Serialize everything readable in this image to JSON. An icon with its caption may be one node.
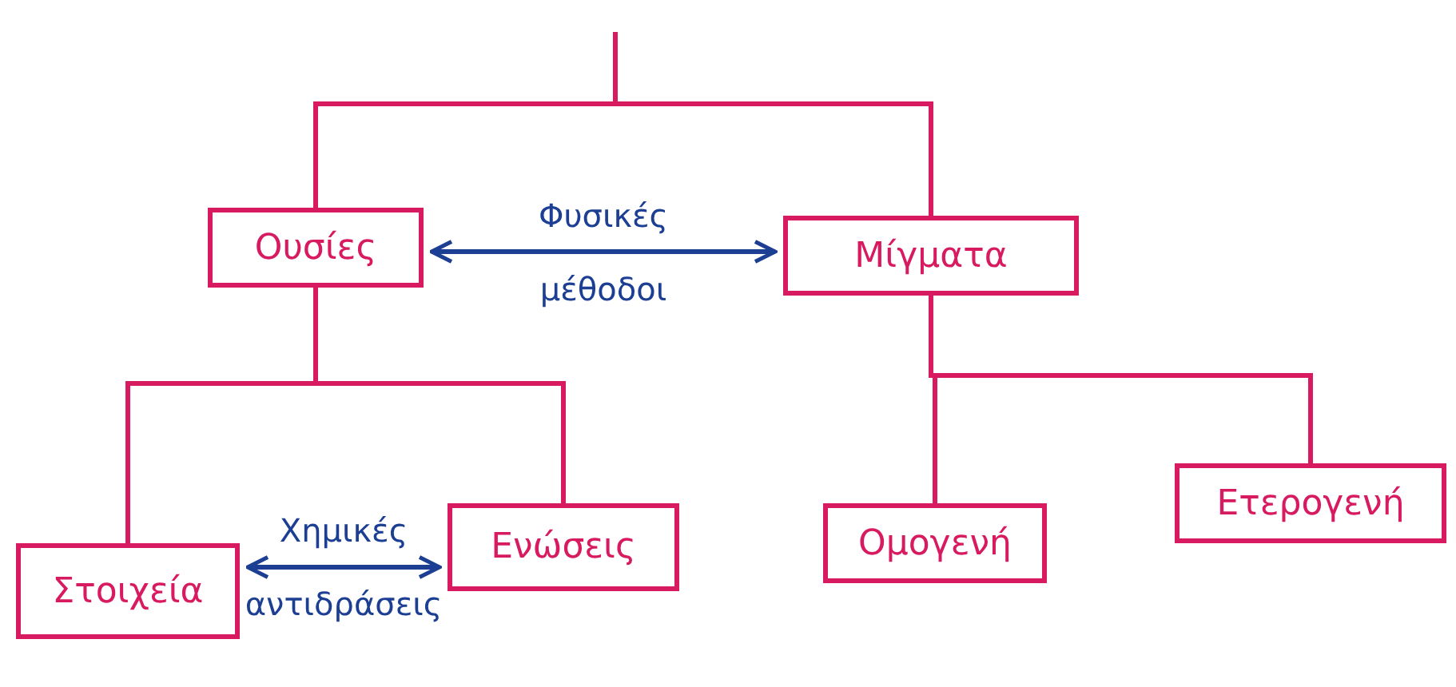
{
  "diagram": {
    "nodes": [
      {
        "text": [
          "Ουσίες"
        ]
      },
      {
        "text": [
          "Μίγματα"
        ]
      },
      {
        "text": [
          "Στοιχεία"
        ]
      },
      {
        "text": [
          "Ενώσεις"
        ]
      },
      {
        "text": [
          "Ομογενή"
        ]
      },
      {
        "text": [
          "Ετερογενή"
        ]
      }
    ],
    "edges": [
      {
        "from": null,
        "to": 0,
        "arrow": "none"
      },
      {
        "from": null,
        "to": 1,
        "arrow": "none"
      },
      {
        "from": 0,
        "to": 1,
        "arrow": "both",
        "label": "Φυσικές μέθοδοι",
        "color": "#1c3f94"
      },
      {
        "from": 0,
        "to": 2,
        "arrow": "none"
      },
      {
        "from": 0,
        "to": 3,
        "arrow": "none"
      },
      {
        "from": 2,
        "to": 3,
        "arrow": "both",
        "label": "Χημικές αντιδράσεις",
        "color": "#1c3f94"
      },
      {
        "from": 1,
        "to": 4,
        "arrow": "none"
      },
      {
        "from": 1,
        "to": 5,
        "arrow": "none"
      }
    ]
  }
}
